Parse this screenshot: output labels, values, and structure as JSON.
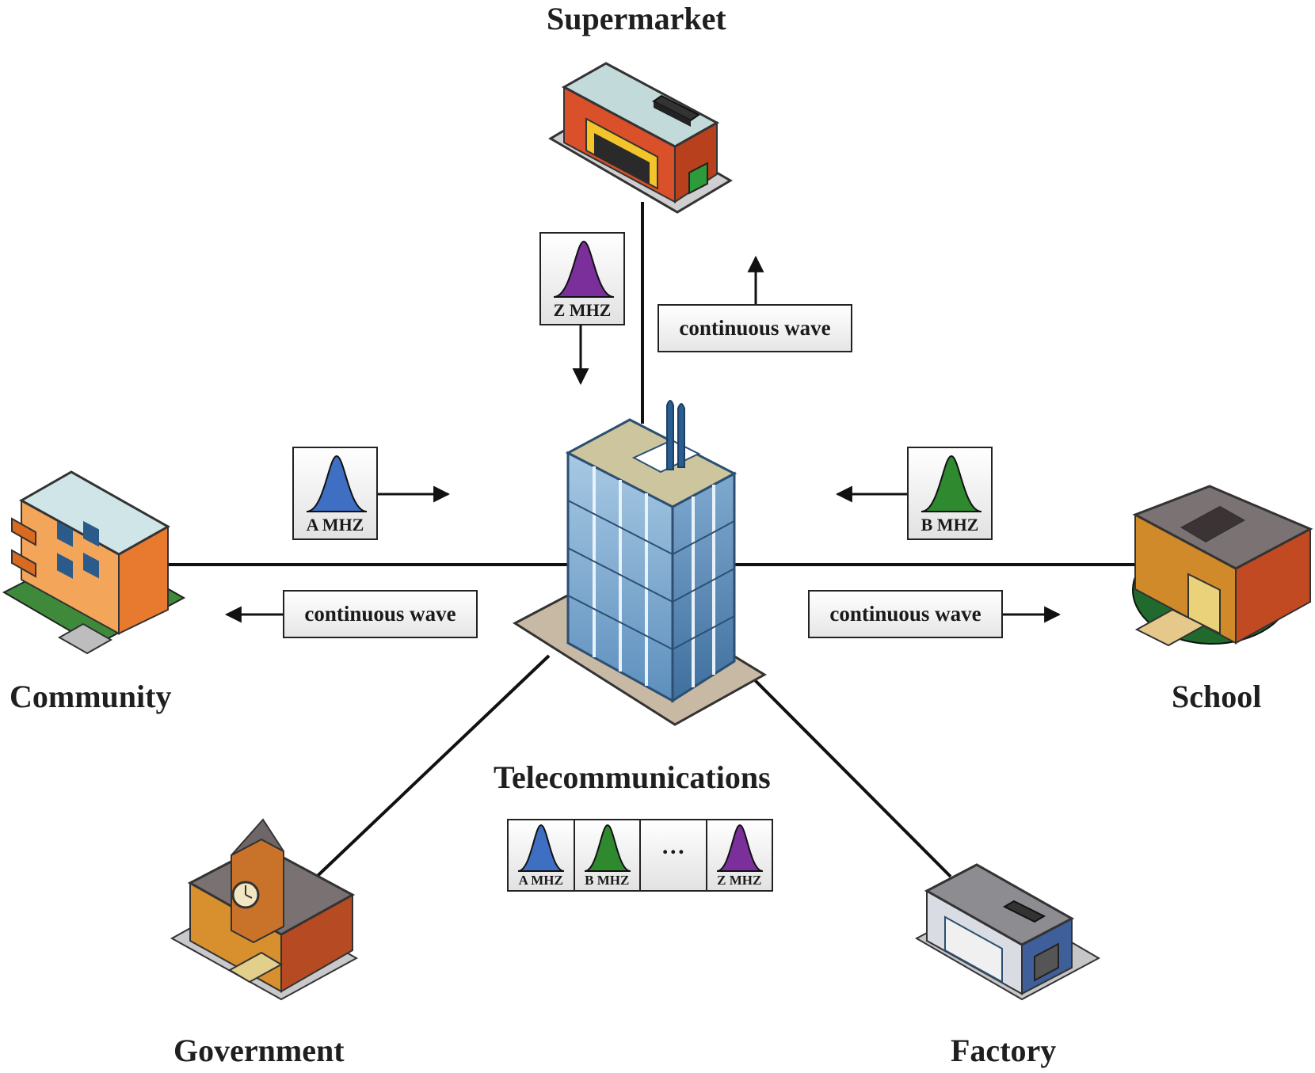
{
  "nodes": {
    "supermarket": "Supermarket",
    "community": "Community",
    "school": "School",
    "telecom": "Telecommunications",
    "government": "Government",
    "factory": "Factory"
  },
  "signals": {
    "top_wave": "continuous wave",
    "left_wave": "continuous wave",
    "right_wave": "continuous wave",
    "top_freq": "Z MHZ",
    "left_freq": "A MHZ",
    "right_freq": "B MHZ"
  },
  "spectrum": {
    "cells": [
      "A MHZ",
      "B MHZ",
      "",
      "Z MHZ"
    ],
    "ellipsis": "…"
  },
  "colors": {
    "a_mhz": "#3f6fc2",
    "b_mhz": "#2f8a2f",
    "z_mhz": "#7a2f9a"
  }
}
